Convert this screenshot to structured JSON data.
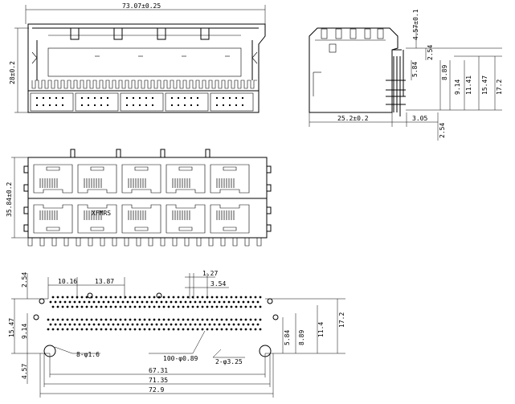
{
  "top_view": {
    "width": "73.07±0.25",
    "height": "28±0.2"
  },
  "side_view": {
    "pin_height": "4.57±0.1",
    "body_width": "25.2±0.2",
    "dims": [
      "2.54",
      "5.84",
      "8.89",
      "9.14",
      "11.41",
      "15.47",
      "17.2",
      "3.05",
      "2.54"
    ]
  },
  "front_view": {
    "height": "35.84±0.2",
    "marking": "XFMRS"
  },
  "footprint": {
    "pitch_a": "10.16",
    "pitch_b": "13.87",
    "pitch_c": "1.27",
    "pitch_d": "3.54",
    "left_top": "2.54",
    "left_mid": "15.47",
    "left_low": "9.14",
    "left_bot": "4.57",
    "right_dims": [
      "5.84",
      "8.89",
      "11.4",
      "17.2"
    ],
    "hole_a": "8-φ1.6",
    "hole_b": "100-φ0.89",
    "hole_c": "2-φ3.25",
    "bottom_dims": [
      "67.31",
      "71.35",
      "72.9"
    ]
  }
}
